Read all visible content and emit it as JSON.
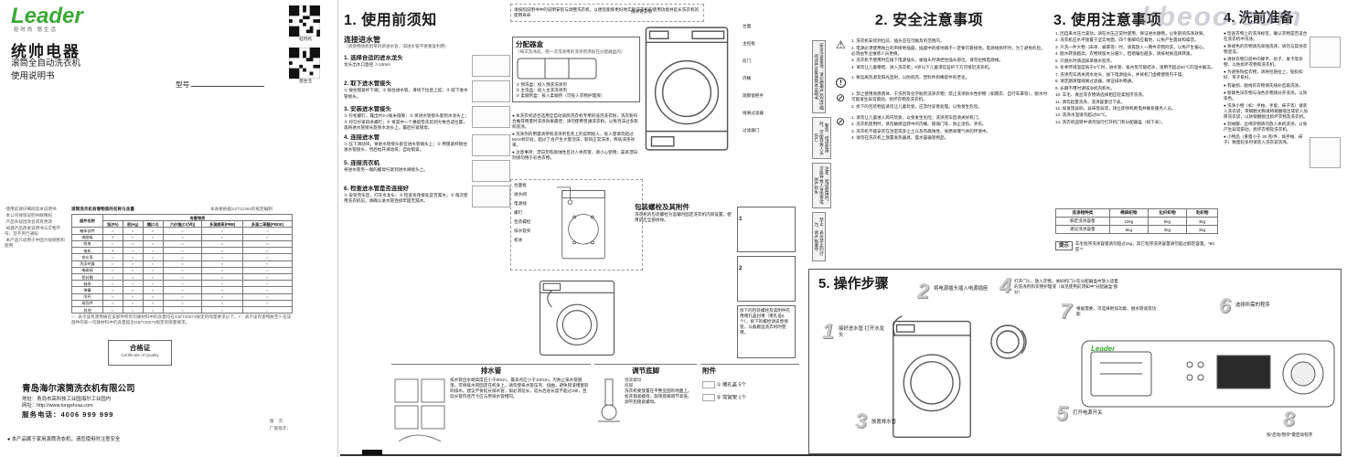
{
  "watermark": "kbeoo.com",
  "icons": {
    "warning": "⚠",
    "caution": "!",
    "prohibit": "⊘"
  },
  "left": {
    "logo": "Leader",
    "logo_sub": "轻时尚  悠生活",
    "brand": "统帅电器",
    "product_line1": "滚筒全自动洗衣机",
    "product_line2": "使用说明书",
    "qr1_caption": "轻时尚",
    "qr2_caption": "悠生活",
    "model_label": "型号",
    "side_notes": [
      "·使用前请仔细阅读本说明书",
      "·本公司保留说明书解释权",
      "·产品外观因改良或有更改",
      "·如遇产品改进说明书与实物不符，恕不另行通知",
      "·本产品只适用于中国大陆销售和使用"
    ],
    "table_title": "滚筒洗衣机有害物质的名称与含量",
    "table_note": "本表格依据SJ/T11364的规定编制",
    "substances_table": {
      "header_part": "部件名称",
      "header_group": "有害物质",
      "headers": [
        "铅(Pb)",
        "汞(Hg)",
        "镉(Cd)",
        "六价铬(Cr(Ⅵ))",
        "多溴联苯(PBB)",
        "多溴二苯醚(PBDE)"
      ],
      "rows": [
        {
          "n": "箱体部件",
          "a": "○",
          "b": "○",
          "c": "○",
          "d": "○",
          "e": "○",
          "f": "○"
        },
        {
          "n": "电脑板",
          "a": "×",
          "b": "○",
          "c": "○",
          "d": "○",
          "e": "○",
          "f": "○"
        },
        {
          "n": "线束",
          "a": "○",
          "b": "○",
          "c": "○",
          "d": "○",
          "e": "○",
          "f": "○"
        },
        {
          "n": "电机",
          "a": "×",
          "b": "○",
          "c": "○",
          "d": "○",
          "e": "○",
          "f": "○"
        },
        {
          "n": "排水泵",
          "a": "○",
          "b": "○",
          "c": "○",
          "d": "○",
          "e": "○",
          "f": "○"
        },
        {
          "n": "洗涤剂盒",
          "a": "○",
          "b": "○",
          "c": "○",
          "d": "○",
          "e": "○",
          "f": "○"
        },
        {
          "n": "电磁阀",
          "a": "○",
          "b": "○",
          "c": "○",
          "d": "○",
          "e": "○",
          "f": "○"
        },
        {
          "n": "密封圈",
          "a": "○",
          "b": "○",
          "c": "○",
          "d": "○",
          "e": "○",
          "f": "○"
        },
        {
          "n": "轴承",
          "a": "○",
          "b": "○",
          "c": "○",
          "d": "○",
          "e": "○",
          "f": "○"
        },
        {
          "n": "弹簧",
          "a": "○",
          "b": "○",
          "c": "○",
          "d": "○",
          "e": "○",
          "f": "○"
        },
        {
          "n": "吊杆",
          "a": "○",
          "b": "○",
          "c": "○",
          "d": "○",
          "e": "○",
          "f": "○"
        },
        {
          "n": "紧固件",
          "a": "○",
          "b": "○",
          "c": "○",
          "d": "○",
          "e": "○",
          "f": "○"
        },
        {
          "n": "其他",
          "a": "○",
          "b": "○",
          "c": "○",
          "d": "○",
          "e": "○",
          "f": "○"
        }
      ],
      "legend": "○：表示该有害物质在该部件所有均质材料中的含量均在GB/T26572规定的限量要求以下。×：表示该有害物质至少在该部件的某一均质材料中的含量超出GB/T26572规定的限量要求。"
    },
    "certificate": "合格证",
    "certificate_en": "Certificate of Quality",
    "company": "青岛海尔滚筒洗衣机有限公司",
    "address": "地址：青岛市高科技工业园海尔工业园内",
    "website": "网址：http://www.tongshuai.com",
    "hotline": "服务电话：4006 999 999",
    "edition": "版　次：",
    "factory": "厂家批次：",
    "bottom_note": "● 本产品属于家用滚筒洗衣机，请您使用时注意安全"
  },
  "s1": {
    "title": "1. 使用前须知",
    "top_note": "请按照说明书中的说明安装与调整洗衣机，以便您能够更好地实现洗衣机的使用功能并延长洗衣机的使用寿命",
    "hose": {
      "heading": "连接进水管",
      "note": "（请使用随机附带的新进水管，旧进水管不要重复利用）",
      "steps": [
        {
          "t": "1. 选择合适的进水龙头",
          "d": "龙头出水口直径 ＞10mm"
        },
        {
          "t": "2. 取下进水管接头",
          "d": "① 按住锁紧杆下端；② 按住进水管，滑块下拉后上提；③ 取下进水管接头。"
        },
        {
          "t": "3. 安装进水管接头",
          "d": "① 拧松螺钉，露出约3-4毫米缝隙；② 将进水管接头套到水龙头上；③ 均匀拧紧四条螺钉；④ 将其中一个橡胶垫先装到大致合适位置，再将进水管接头旋到水龙头上，最后拧紧锁母。"
        },
        {
          "t": "4. 连接进水管",
          "d": "① 压下滑动块，将进水管接头套在进水管端头上；② 用锁紧杆锁住进水管接头，然后松开滑动块，自动锁紧。"
        },
        {
          "t": "5. 连接洗衣机",
          "d": "将进水管另一端的螺母拧紧到进水阀接头上。"
        },
        {
          "t": "6. 检查进水管是否连接好",
          "d": "① 安装完毕后，打开水龙头；② 检查各连接处是否漏水；③ 每次使用洗衣机前，请确认进水管连接牢固无漏水。"
        }
      ]
    },
    "dispenser": {
      "heading": "分配器盒",
      "note": "（每次洗涤前，把一次洗涤用的洗涤剂添加在分配器盒内）",
      "items": [
        "① 预洗盒：投入预洗洗涤剂",
        "② 主洗盒：投入主洗洗涤剂",
        "③ 柔顺剂盒：投入柔顺剂（可投入衣物护理液）"
      ],
      "bullets": [
        "● 本洗衣机适合选用全自动滚筒洗衣机专用的低泡洗衣粉，洗衣粉符合推荐用量时洗涤效果最佳；请勿使用普通洗衣粉，以免泡沫过多影响洗涤。",
        "● 洗涤剂的用量请参照洗涤剂包装上的说明投入，投入量请勿超过MAX标识处，超过了会产生大量泡沫，影响正常洗涤，降低洗涤效果。",
        "● 注意事项：漂白剂有腐蚀性且对人体有害，请小心使用；氯系漂白剂请勿用于彩色衣物。"
      ]
    },
    "front_view": {
      "left_label": "排水管支架",
      "labels": [
        "台面",
        "主控板",
        "前门",
        "内桶",
        "观察窗把手",
        "线屑过滤器",
        "过滤器门"
      ]
    },
    "back_view": {
      "labels": [
        "台面板",
        "进水阀",
        "电源线",
        "螺钉",
        "包装螺栓",
        "排水管夹",
        "机体"
      ]
    },
    "bolts": {
      "heading": "包装螺栓及其附件",
      "text": "洗衣机的包装螺栓为运输时固定洗衣机内筒设置，使用前应全部拆除。",
      "step1": "1",
      "step2": "2",
      "caption": "拆下的包装螺栓及其附件孔用堵孔盖封堵（堵孔盖5个），拆下的螺栓请妥善保管，以备搬运洗衣机时使用。"
    },
    "drain": {
      "heading": "排水管",
      "text": "排水管出水端高度应小于80cm，最高点应小于100cm。为防止排水管脱落，可将排水管固定在机身上。请勿使排水管压弯、扭曲，避免管道堵塞影响排水。建议不要延长排水管，如必须延长，延长后总长度不超过3米，且延长管内径尺寸应与原排水管相同。"
    },
    "feet": {
      "heading": "调节底脚",
      "text": "洗衣机要放置在平整坚固的地面上。松开锁紧螺母，旋转底脚调节高低，调平后锁紧螺母。",
      "labels": [
        "锁紧螺母",
        "底脚"
      ]
    },
    "acc": {
      "heading": "附件",
      "items": [
        "① 堵孔盖 5个",
        "② 弯管架 1个"
      ]
    }
  },
  "s2": {
    "title": "2. 安全注意事项",
    "rail": [
      "安全注意事项：请在使用产品前仔细阅读并妥善保管本说明书",
      "警告：错误使用时，可能导致人员伤亡",
      "注意：错误使用时，可能导致人身伤害或财产损失",
      "禁止：表示禁止的行为，请严格遵守"
    ],
    "groups": [
      {
        "items": [
          "1. 洗衣机安装到位前，插头应在可触及的范围内。",
          "2. 电源必须使用独立的带接地插座，插座中的接地端子一定要可靠接地。电源线损坏时，为了避免危险，必须由专业维修人员更换。",
          "3. 洗衣机不使用时应拔下电源插头，拔插头时请捏住插头部位，请勿拉拽电源线。",
          "4. 请勿让儿童攀爬、进入洗衣机；8岁以下儿童须在监护下方可接近洗衣机。"
        ]
      },
      {
        "items": [
          "1. 要远离热源及阳光直射，以防机壳、塑料件和橡胶件的老化。"
        ]
      },
      {
        "items": [
          "1. 禁止使用易燃液体、干洗剂等化学助剂洗涤衣物；禁止洗涤防水性织物（如雨衣、自行车罩等），脱水时可能发生异常震动，损坏衣物及洗衣机。",
          "2. 拆下的包装物品请勿让儿童玩耍，应及时妥善处理，以免发生危险。"
        ]
      },
      {
        "items": [
          "1. 请勿让儿童进入筒内玩耍，以免发生危险；洗涤完毕后请关好机门。",
          "2. 洗衣机使用时，请勿触摸运转中的内桶、玻璃门等，防止烫伤、夹伤。",
          "3. 洗衣机不能安装在浴室或多尘土以及有腐蚀性、易燃易爆气体的环境中。",
          "4. 请勿在洗衣机上放置发热器具、盛水容器等物品。"
        ]
      }
    ]
  },
  "s3": {
    "title": "3. 使用注意事项",
    "items": [
      "1. 因自来水压力波动，请在水压正常时使用，保证进水顺畅，以免影响洗涤效果。",
      "2. 洗衣机应水平放置于坚实地面，四个底脚均应着地，以免产生震动和噪音。",
      "3. 只洗一件大物（床单、被罩等）时，请再放入一两件衣物同洗，以免产生偏心。",
      "4. 脱水转速越高，衣物残留水分越少，但褶皱也越多，请按材质选择转速。",
      "5. 只脱水时请选择单脱水程序。",
      "6. 冬季环境温度低于0℃时，进水管、排水泵可能结冰，请用不超过50℃的温水解冻。",
      "7. 洗涤完毕请关闭水龙头、拔下电源插头，并将机门虚掩使筒内干燥。",
      "8. 请定期清理线屑过滤器，保证排水畅通。",
      "9. 长期不用时请排净机内积水。",
      "10. 羊毛、真丝等衣物请选择相应轻柔程序洗涤。",
      "11. 请勿超量洗涤，洗涤容量见下表。",
      "12. 如发现异响、异味等异常，请立即停机断电并联系服务人员。",
      "13. 洗涤水温请勿超过50℃。",
      "14. 洗衣机运转中请勿强行打开机门和分配器盒（如下表）。"
    ],
    "cap_table": {
      "headers": [
        "洗涤物种类",
        "棉麻织物",
        "化纤织物",
        "毛织物"
      ],
      "rows": [
        {
          "c0": "额定洗涤容量",
          "c1": "10kg",
          "c2": "5kg",
          "c3": "3kg"
        },
        {
          "c0": "建议洗涤容量",
          "c1": "6kg",
          "c2": "3kg",
          "c3": "2kg"
        }
      ]
    },
    "tip_label": "提示",
    "tip_text": "羊毛程序洗涤容量请勿超过2kg，其它程序洗涤容量请勿超过额定容量。*60度＝"
  },
  "s4": {
    "title": "4. 洗前准备",
    "bullets": [
      "● 检查衣物上的洗涤标签，确认衣物是否适合在洗衣机中洗涤。",
      "● 易褪色的衣物请先单独洗涤，请勿与其他衣物混洗。",
      "● 清除衣物口袋中的硬币、砂子、发卡等杂物，以免损坏衣物和洗衣机。",
      "● 为避免钩挂衣物，请将拉链拉上、钮扣扣好，带子系好。",
      "● 有破损、脱线的衣物请先缝补后再洗涤。",
      "● 新颖色深衣物与浅色衣物请分开洗涤，以防染色。",
      "● 洗涤小物（如：手帕、手套、袜子等）请装入洗衣袋；带钢圈文胸请将钢圈取出或装入加厚洗衣袋，以防钢圈脱出损坏衣物及洗衣机。",
      "● 羽绒服、丝绵衣物请勿放入本机洗涤，以免产生异常震动，损坏衣物及洗衣机。",
      "● 小物品（重量小于 30 克/件，如手帕、袜子）数量较多时请装入洗衣袋洗涤。"
    ]
  },
  "s5": {
    "title": "5. 操作步骤",
    "panel_brand": "Leader",
    "steps": [
      {
        "n": "1",
        "t": "接好进水管 打开水龙头"
      },
      {
        "n": "2",
        "t": "将电源插头插入电源插座"
      },
      {
        "n": "3",
        "t": "放置排水管"
      },
      {
        "n": "4",
        "t": "打开门①，放入衣物，关好机门①在分配器盒中放入适量的洗涤剂和衣物护理液（详见使用前须知中“分配器盒”部分）"
      },
      {
        "n": "5",
        "t": "打开电源开关"
      },
      {
        "n": "6",
        "t": "选择所需的程序"
      },
      {
        "n": "7",
        "t": "根据需要，可选择附加功能、脱水转速等功能"
      },
      {
        "n": "8",
        "t": "按“启动/暂停”键启动程序"
      }
    ]
  }
}
